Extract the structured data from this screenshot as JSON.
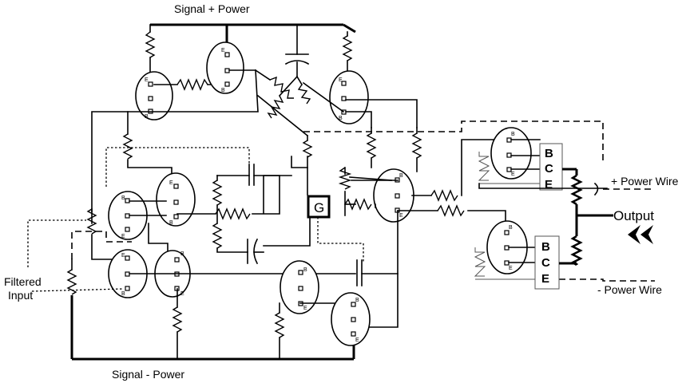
{
  "labels": {
    "top_rail": "Signal + Power",
    "bottom_rail": "Signal - Power",
    "plus_wire": "+ Power Wire",
    "minus_wire": "- Power Wire",
    "output": "Output",
    "filtered_input_1": "Filtered",
    "filtered_input_2": "Input",
    "g_box": "G"
  },
  "pin_labels": {
    "e": "E",
    "b": "B"
  },
  "bce": [
    "B",
    "C",
    "E"
  ],
  "icons": {
    "output_marker": "double-chevron-left-icon"
  }
}
